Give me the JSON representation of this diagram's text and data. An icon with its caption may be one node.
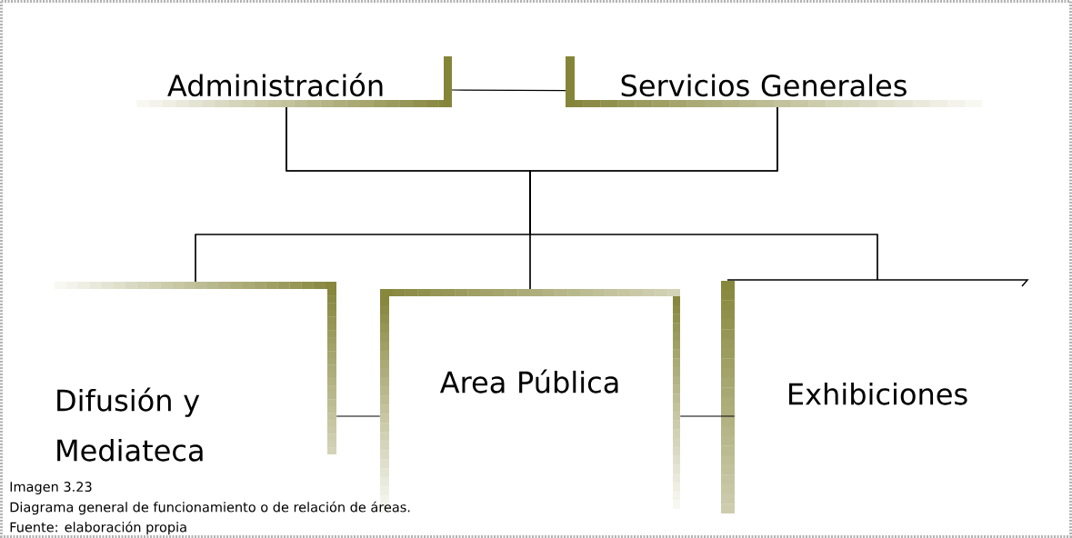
{
  "diagram": {
    "nodes": [
      {
        "text": [
          "Administración"
        ]
      },
      {
        "text": [
          "Servicios Generales"
        ]
      },
      {
        "text": [
          "Difusión y Mediateca"
        ]
      },
      {
        "text": [
          "Area Pública"
        ]
      },
      {
        "text": [
          "Exhibiciones"
        ]
      }
    ],
    "edges": [
      {
        "from": 0,
        "to": 1,
        "arrow": "none"
      },
      {
        "from": 0,
        "to": 2,
        "arrow": "none"
      },
      {
        "from": 0,
        "to": 3,
        "arrow": "none"
      },
      {
        "from": 0,
        "to": 4,
        "arrow": "none"
      },
      {
        "from": 1,
        "to": 2,
        "arrow": "none"
      },
      {
        "from": 1,
        "to": 3,
        "arrow": "none"
      },
      {
        "from": 1,
        "to": 4,
        "arrow": "none"
      },
      {
        "from": 2,
        "to": 3,
        "arrow": "none"
      },
      {
        "from": 3,
        "to": 4,
        "arrow": "none"
      }
    ],
    "labels": [
      "Imagen 3.23",
      "Diagrama general de funcionamiento o de relación de áreas.",
      "Fuente: elaboración propia"
    ]
  }
}
